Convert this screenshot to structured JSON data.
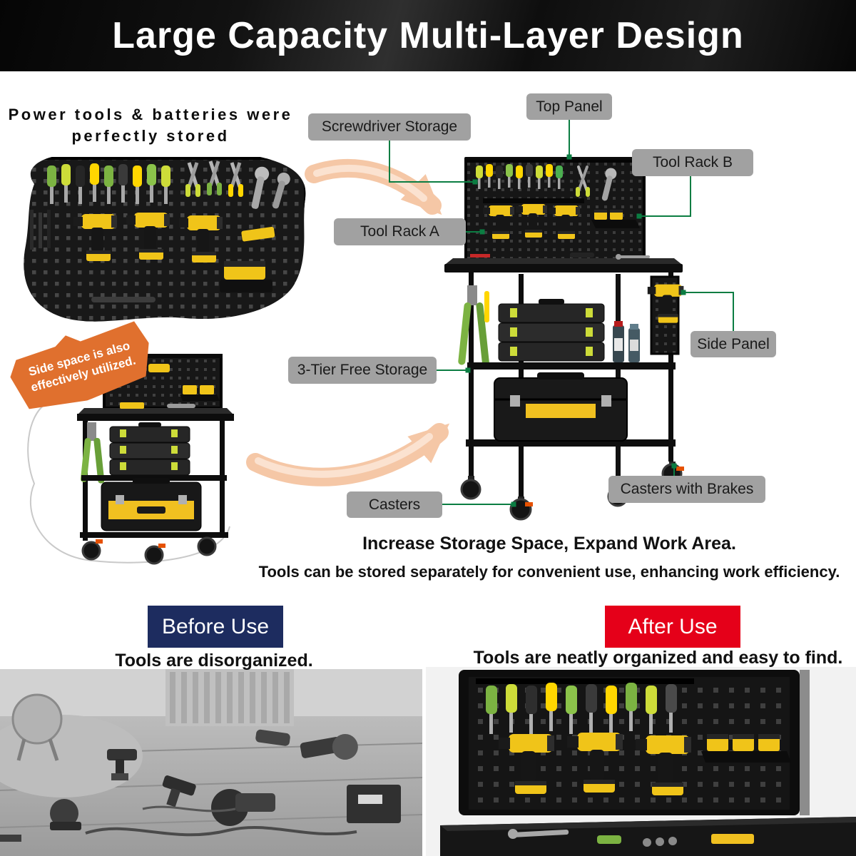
{
  "header": {
    "title": "Large Capacity Multi-Layer Design"
  },
  "intro": {
    "caption_line1": "Power tools & batteries were",
    "caption_line2": "perfectly stored"
  },
  "side_note": {
    "line1": "Side space is also",
    "line2": "effectively utilized."
  },
  "callouts": {
    "screwdriver_storage": "Screwdriver Storage",
    "top_panel": "Top Panel",
    "tool_rack_b": "Tool Rack B",
    "tool_rack_a": "Tool Rack A",
    "tier_storage": "3-Tier Free Storage",
    "side_panel": "Side Panel",
    "casters": "Casters",
    "casters_brakes": "Casters with Brakes"
  },
  "summary": {
    "line1": "Increase Storage Space, Expand Work Area.",
    "line2": "Tools can be stored separately for convenient use, enhancing work efficiency."
  },
  "comparison": {
    "before_label": "Before Use",
    "before_caption": "Tools are disorganized.",
    "after_label": "After Use",
    "after_caption": "Tools are neatly organized and easy to find."
  },
  "colors": {
    "accent_green": "#0b7d42",
    "pill_gray": "#a1a1a1",
    "before_navy": "#1d2c5f",
    "after_red": "#e50019",
    "ribbon_orange": "#e0702e",
    "arrow_peach": "#f5c7a6",
    "tool_yellow": "#f0c419"
  }
}
